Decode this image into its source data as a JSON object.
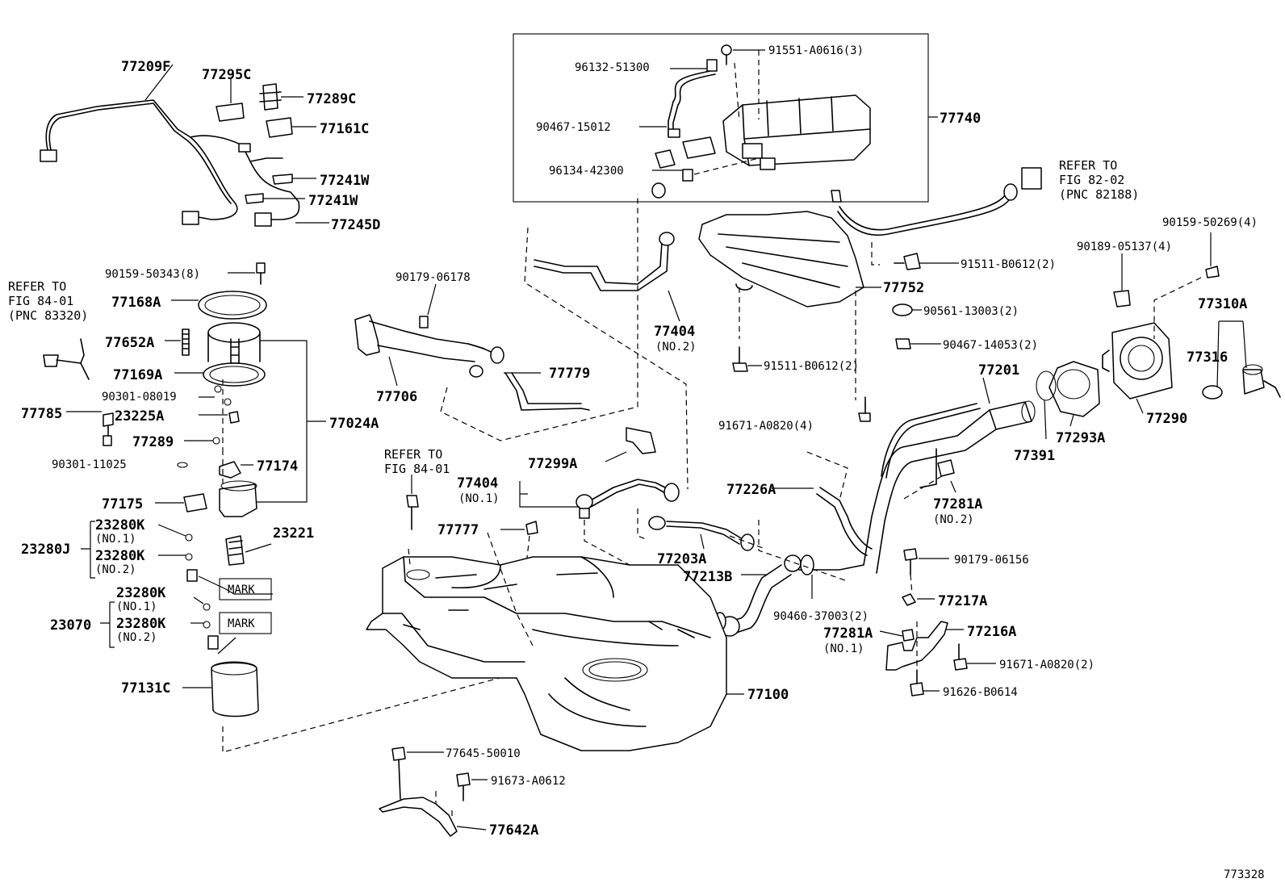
{
  "labels": {
    "p77209F": "77209F",
    "p77295C": "77295C",
    "p77289C": "77289C",
    "p77161C": "77161C",
    "p77241W_1": "77241W",
    "p77241W_2": "77241W",
    "p77245D": "77245D",
    "p90159_50343": "90159-50343(8)",
    "p77168A": "77168A",
    "p77652A": "77652A",
    "p77169A": "77169A",
    "p90301_08019": "90301-08019",
    "p77785": "77785",
    "p23225A": "23225A",
    "p77289": "77289",
    "p90301_11025": "90301-11025",
    "p77174": "77174",
    "p77024A": "77024A",
    "p77175": "77175",
    "p23280K_a": "23280K",
    "p23280K_b": "23280K",
    "p23280K_c": "23280K",
    "p23280K_d": "23280K",
    "no1_a": "(NO.1)",
    "no2_a": "(NO.2)",
    "no1_b": "(NO.1)",
    "no2_b": "(NO.2)",
    "p23280J": "23280J",
    "p23070": "23070",
    "p23221": "23221",
    "mark1": "MARK",
    "mark2": "MARK",
    "p77131C": "77131C",
    "p96132_51300": "96132-51300",
    "p91551_A0616": "91551-A0616(3)",
    "p90467_15012": "90467-15012",
    "p96134_42300": "96134-42300",
    "p77740": "77740",
    "p90179_06178": "90179-06178",
    "p77706": "77706",
    "p77779": "77779",
    "p77404_2": "77404",
    "p77404_2_no": "(NO.2)",
    "p77752": "77752",
    "p91511_B0612_a": "91511-B0612(2)",
    "p91511_B0612_b": "91511-B0612(2)",
    "p90561_13003": "90561-13003(2)",
    "p90467_14053": "90467-14053(2)",
    "p91671_A0820_4": "91671-A0820(4)",
    "p90159_50269": "90159-50269(4)",
    "p90189_05137": "90189-05137(4)",
    "p77310A": "77310A",
    "p77316": "77316",
    "p77290": "77290",
    "p77201": "77201",
    "p77293A": "77293A",
    "p77391": "77391",
    "p77226A": "77226A",
    "p77281A_2": "77281A",
    "p77281A_2_no": "(NO.2)",
    "p77299A": "77299A",
    "p77404_1": "77404",
    "p77404_1_no": "(NO.1)",
    "p77777": "77777",
    "p77203A": "77203A",
    "p77213B": "77213B",
    "p90460_37003": "90460-37003(2)",
    "p90179_06156": "90179-06156",
    "p77217A": "77217A",
    "p77281A_1": "77281A",
    "p77281A_1_no": "(NO.1)",
    "p77216A": "77216A",
    "p91671_A0820_2": "91671-A0820(2)",
    "p91626_B0614": "91626-B0614",
    "p77100": "77100",
    "p77645_50010": "77645-50010",
    "p91673_A0612": "91673-A0612",
    "p77642A": "77642A",
    "figure_number": "773328"
  },
  "refs": {
    "ref_8320": [
      "REFER TO",
      "FIG 84-01",
      "(PNC 83320)"
    ],
    "ref_8401": [
      "REFER TO",
      "FIG 84-01"
    ],
    "ref_8202": [
      "REFER TO",
      "FIG 82-02",
      "(PNC 82188)"
    ]
  }
}
